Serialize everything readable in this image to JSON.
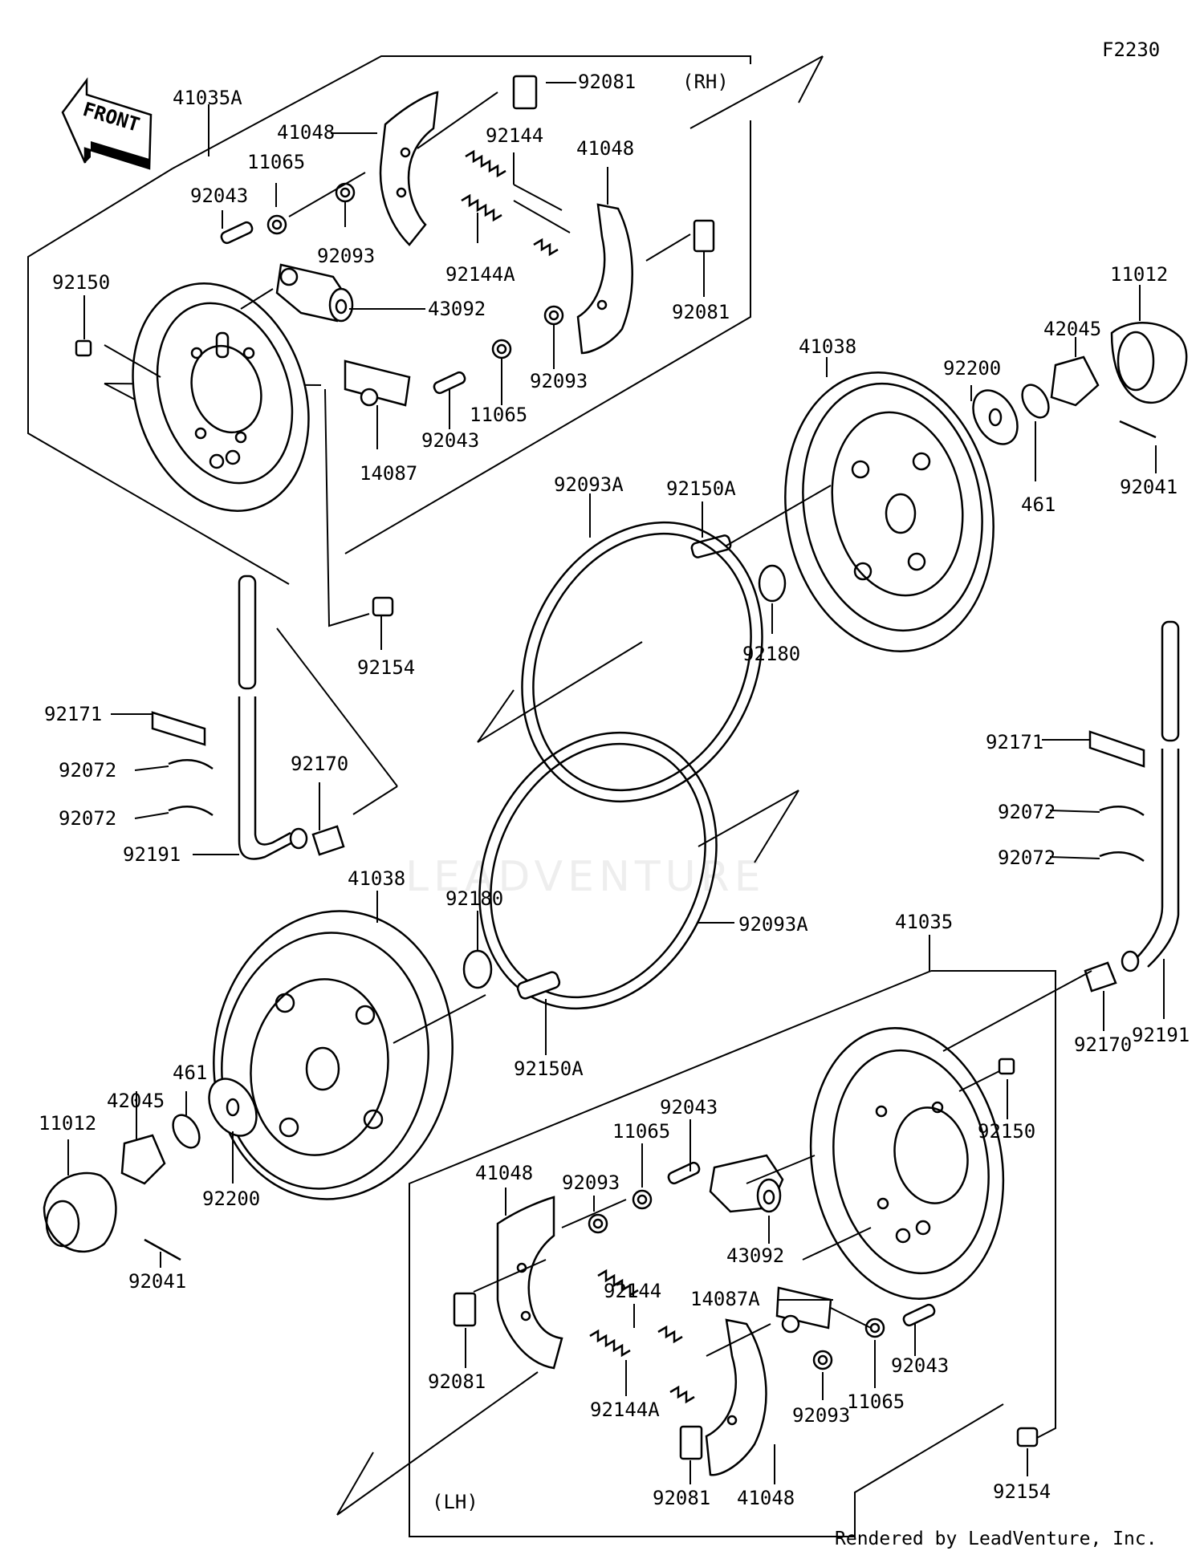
{
  "diagram": {
    "code": "F2230",
    "side_labels": {
      "rh": "(RH)",
      "lh": "(LH)"
    },
    "front_arrow": "FRONT",
    "watermark": "LEADVENTURE",
    "credit": "Rendered by LeadVenture, Inc.",
    "part_labels": {
      "p01": "41035A",
      "p02": "41048",
      "p03": "92081",
      "p04": "11065",
      "p05": "92043",
      "p06": "92093",
      "p07": "92144",
      "p08": "41048",
      "p09": "92144A",
      "p10": "92081",
      "p11": "92150",
      "p12": "43092",
      "p13": "92093",
      "p14": "11065",
      "p15": "92043",
      "p16": "14087",
      "p17": "11012",
      "p18": "42045",
      "p19": "41038",
      "p20": "92200",
      "p21": "461",
      "p22": "92041",
      "p23": "92093A",
      "p24": "92150A",
      "p25": "92180",
      "p26": "92154",
      "p27": "92171",
      "p28": "92072",
      "p29": "92072",
      "p30": "92170",
      "p31": "92191",
      "p32": "92171",
      "p33": "92072",
      "p34": "92072",
      "p35": "41038",
      "p36": "92180",
      "p37": "92093A",
      "p38": "41035",
      "p39": "92191",
      "p40": "92170",
      "p41": "92150A",
      "p42": "461",
      "p43": "42045",
      "p44": "11012",
      "p45": "92200",
      "p46": "92041",
      "p47": "92150",
      "p48": "92043",
      "p49": "11065",
      "p50": "92093",
      "p51": "41048",
      "p52": "43092",
      "p53": "92144",
      "p54": "14087A",
      "p55": "92081",
      "p56": "92144A",
      "p57": "92043",
      "p58": "11065",
      "p59": "92093",
      "p60": "92154",
      "p61": "92081",
      "p62": "41048"
    }
  }
}
